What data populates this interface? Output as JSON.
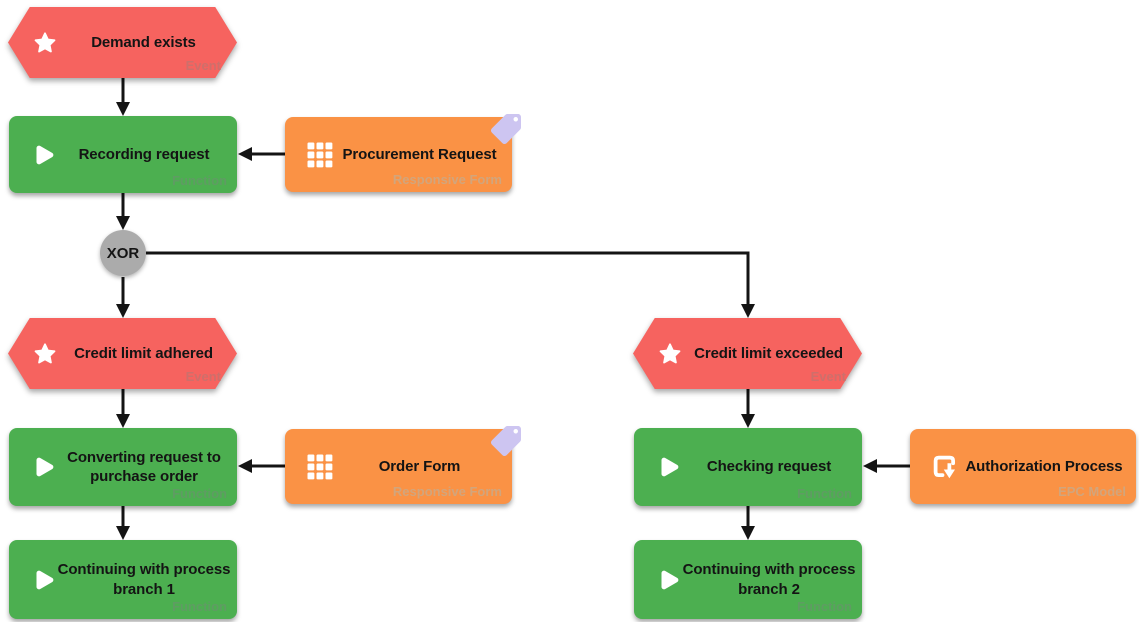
{
  "colors": {
    "event_fill": "#f6635f",
    "function_fill": "#4caf50",
    "artifact_fill": "#fa9245",
    "connector_fill": "#ababab",
    "line_color": "#141414",
    "tag_fill": "#cdc5f1"
  },
  "nodes": {
    "demand": {
      "label": "Demand exists",
      "type": "Event"
    },
    "recording": {
      "label": "Recording request",
      "type": "Function"
    },
    "procurement": {
      "label": "Procurement Request",
      "type": "Responsive Form"
    },
    "xor": {
      "label": "XOR"
    },
    "adhered": {
      "label": "Credit limit adhered",
      "type": "Event"
    },
    "exceeded": {
      "label": "Credit limit exceeded",
      "type": "Event"
    },
    "converting": {
      "label": "Converting request to purchase order",
      "type": "Function"
    },
    "orderform": {
      "label": "Order Form",
      "type": "Responsive Form"
    },
    "checking": {
      "label": "Checking request",
      "type": "Function"
    },
    "authorization": {
      "label": "Authorization Process",
      "type": "EPC Model"
    },
    "continuing1": {
      "label": "Continuing with process branch 1",
      "type": "Function"
    },
    "continuing2": {
      "label": "Continuing with process branch 2",
      "type": "Function"
    }
  }
}
